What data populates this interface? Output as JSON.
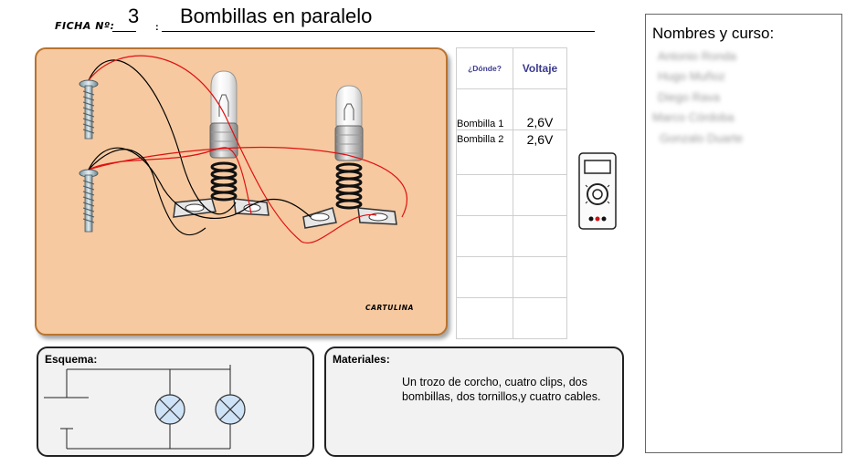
{
  "header": {
    "ficha_label": "FICHA Nº:",
    "number": "3",
    "title": "Bombillas en paralelo"
  },
  "board": {
    "label": "CARTULINA"
  },
  "table": {
    "col_donde": "¿Dónde?",
    "col_voltaje": "Voltaje",
    "rows": [
      {
        "place": "Bombilla 1",
        "voltage": "2,6V"
      },
      {
        "place": "Bombilla 2",
        "voltage": "2,6V"
      },
      {
        "place": "",
        "voltage": ""
      },
      {
        "place": "",
        "voltage": ""
      },
      {
        "place": "",
        "voltage": ""
      },
      {
        "place": "",
        "voltage": ""
      }
    ]
  },
  "names": {
    "title": "Nombres y curso:",
    "entries": [
      "Antonio Ronda",
      "Hugo Muñoz",
      "Diego Rava",
      "Marco Córdoba",
      "Gonzalo Duarte"
    ]
  },
  "esquema": {
    "title": "Esquema:"
  },
  "materiales": {
    "title": "Materiales:",
    "text": "Un trozo de corcho, cuatro clips, dos bombillas,  dos tornillos,y cuatro cables."
  },
  "colors": {
    "board": "#f6c9a0",
    "board_border": "#b8732f",
    "red_wire": "#e01010",
    "bulb_symbol": "#cfe3f7"
  }
}
